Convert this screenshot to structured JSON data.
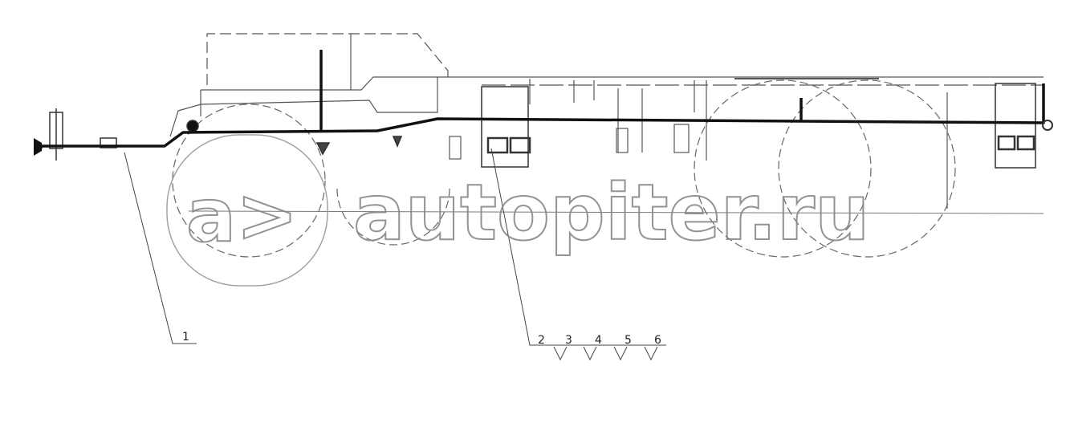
{
  "diagram": {
    "callouts": [
      {
        "id": "1",
        "label": "1"
      },
      {
        "id": "2",
        "label": "2"
      },
      {
        "id": "3",
        "label": "3"
      },
      {
        "id": "4",
        "label": "4"
      },
      {
        "id": "5",
        "label": "5"
      },
      {
        "id": "6",
        "label": "6"
      }
    ]
  },
  "watermark": {
    "logo_text": "a>",
    "site_text": "autopiter.ru"
  },
  "colors": {
    "line": "#444444",
    "pipe": "#111111",
    "watermark": "#cfcfcf",
    "background": "#ffffff"
  }
}
